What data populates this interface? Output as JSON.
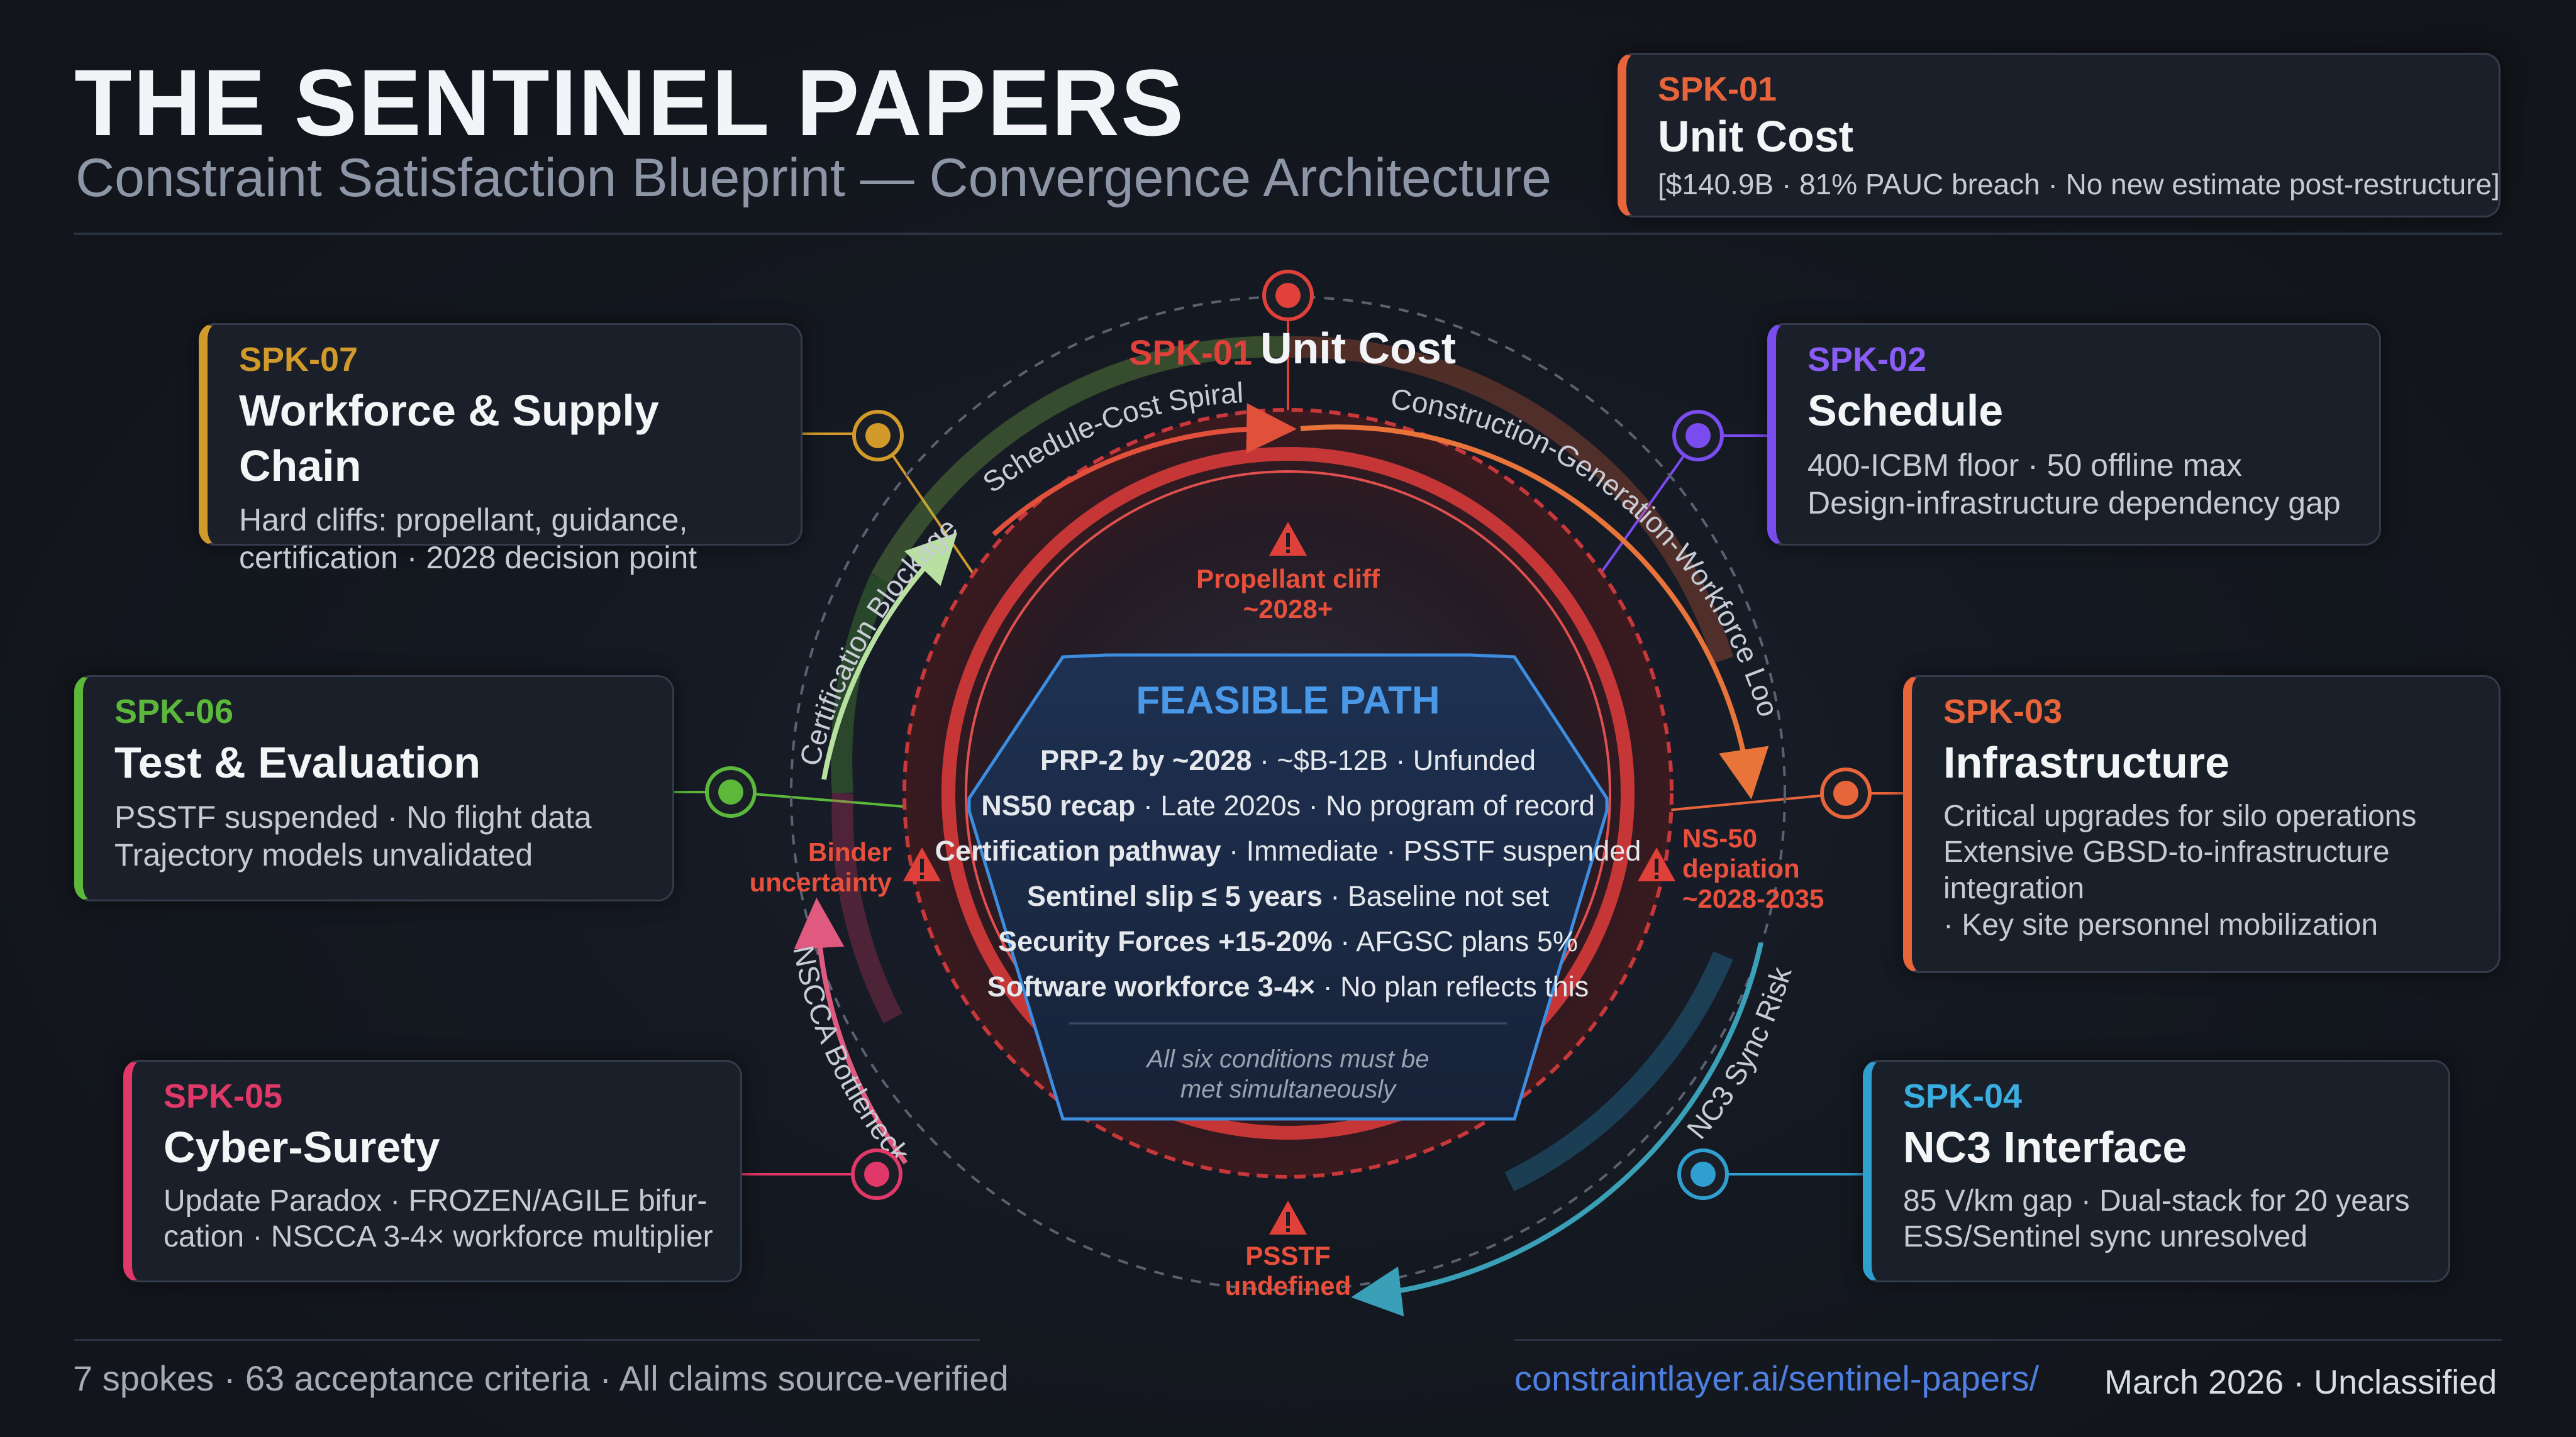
{
  "header": {
    "title": "THE SENTINEL PAPERS",
    "subtitle": "Constraint Satisfaction Blueprint — Convergence Architecture"
  },
  "colors": {
    "spk01": "#e8643a",
    "spk02": "#7a4cf0",
    "spk03": "#e8643a",
    "spk04": "#2f9fd0",
    "spk05": "#e03868",
    "spk06": "#5cb83a",
    "spk07": "#d19a2a",
    "feasible": "#3d8ee0",
    "risk": "#e0403a"
  },
  "cards": {
    "spk01": {
      "code": "SPK-01",
      "name": "Unit Cost",
      "lines": [
        "[$140.9B · 81% PAUC breach · No new estimate post-restructure]"
      ]
    },
    "spk02": {
      "code": "SPK-02",
      "name": "Schedule",
      "lines": [
        "400-ICBM floor · 50 offline max",
        "Design-infrastructure dependency gap"
      ]
    },
    "spk03": {
      "code": "SPK-03",
      "name": "Infrastructure",
      "lines": [
        "Critical upgrades for silo operations",
        "Extensive GBSD-to-infrastructure",
        "integration",
        "· Key site personnel mobilization"
      ]
    },
    "spk04": {
      "code": "SPK-04",
      "name": "NC3 Interface",
      "lines": [
        "85 V/km gap · Dual-stack for 20 years",
        "ESS/Sentinel sync unresolved"
      ]
    },
    "spk05": {
      "code": "SPK-05",
      "name": "Cyber-Surety",
      "lines": [
        "Update Paradox · FROZEN/AGILE bifur-",
        "cation · NSCCA 3-4× workforce multiplier"
      ]
    },
    "spk06": {
      "code": "SPK-06",
      "name": "Test & Evaluation",
      "lines": [
        "PSSTF suspended · No flight data",
        "Trajectory models unvalidated"
      ]
    },
    "spk07": {
      "code": "SPK-07",
      "name": "Workforce & Supply Chain",
      "lines": [
        "Hard cliffs: propellant, guidance,",
        "certification · 2028 decision point"
      ]
    }
  },
  "diagram": {
    "top_code": "SPK-01",
    "top_name": "Unit Cost",
    "arcs": {
      "schedule_cost": "Schedule-Cost Spiral",
      "construction": "Construction-Generation-Workforce Loop",
      "certification": "Certification Blockage",
      "nscca": "NSCCA Bottleneck",
      "nc3_sync": "NC3 Sync Risk"
    },
    "risks": {
      "propellant_1": "Propellant cliff",
      "propellant_2": "~2028+",
      "binder_1": "Binder",
      "binder_2": "uncertainty",
      "ns50_1": "NS-50",
      "ns50_2": "depiation",
      "ns50_3": "~2028-2035",
      "psstf_1": "PSSTF",
      "psstf_2": "undefined"
    },
    "feasible": {
      "title": "FEASIBLE PATH",
      "conditions": [
        {
          "bold": "PRP-2 by ~2028",
          "rest": " · ~$B-12B · Unfunded"
        },
        {
          "bold": "NS50 recap",
          "rest": " · Late 2020s · No program of record"
        },
        {
          "bold": "Certification pathway",
          "rest": " · Immediate · PSSTF suspended"
        },
        {
          "bold": "Sentinel slip ≤ 5 years",
          "rest": " · Baseline not set"
        },
        {
          "bold": "Security Forces +15-20%",
          "rest": " · AFGSC plans 5%"
        },
        {
          "bold": "Software workforce 3-4×",
          "rest": " · No plan reflects this"
        }
      ],
      "note_1": "All six conditions must be",
      "note_2": "met simultaneously"
    }
  },
  "footer": {
    "left": "7 spokes · 63 acceptance criteria · All claims source-verified",
    "link": "constraintlayer.ai/sentinel-papers/",
    "right": "March 2026 · Unclassified"
  }
}
